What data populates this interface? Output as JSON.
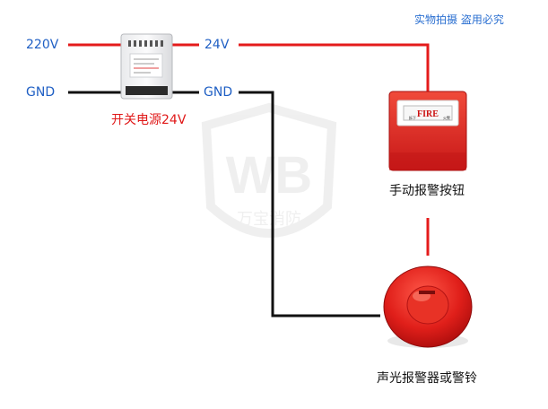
{
  "watermark_note": "实物拍摄  盗用必究",
  "watermark_logo": "WB 万宝消防",
  "input": {
    "live_label": "220V",
    "ground_label": "GND"
  },
  "power_supply": {
    "caption": "开关电源24V",
    "output_live_label": "24V",
    "output_ground_label": "GND"
  },
  "manual_button": {
    "caption": "手动报警按钮",
    "face_text": "FIRE",
    "left_small_text": "拆下",
    "right_small_text": "火警"
  },
  "alarm_bell": {
    "caption": "声光报警器或警铃"
  },
  "colors": {
    "live_wire": "#e41b1b",
    "ground_wire": "#111111",
    "label_blue": "#1f5fc4",
    "device_red": "#e52222"
  }
}
